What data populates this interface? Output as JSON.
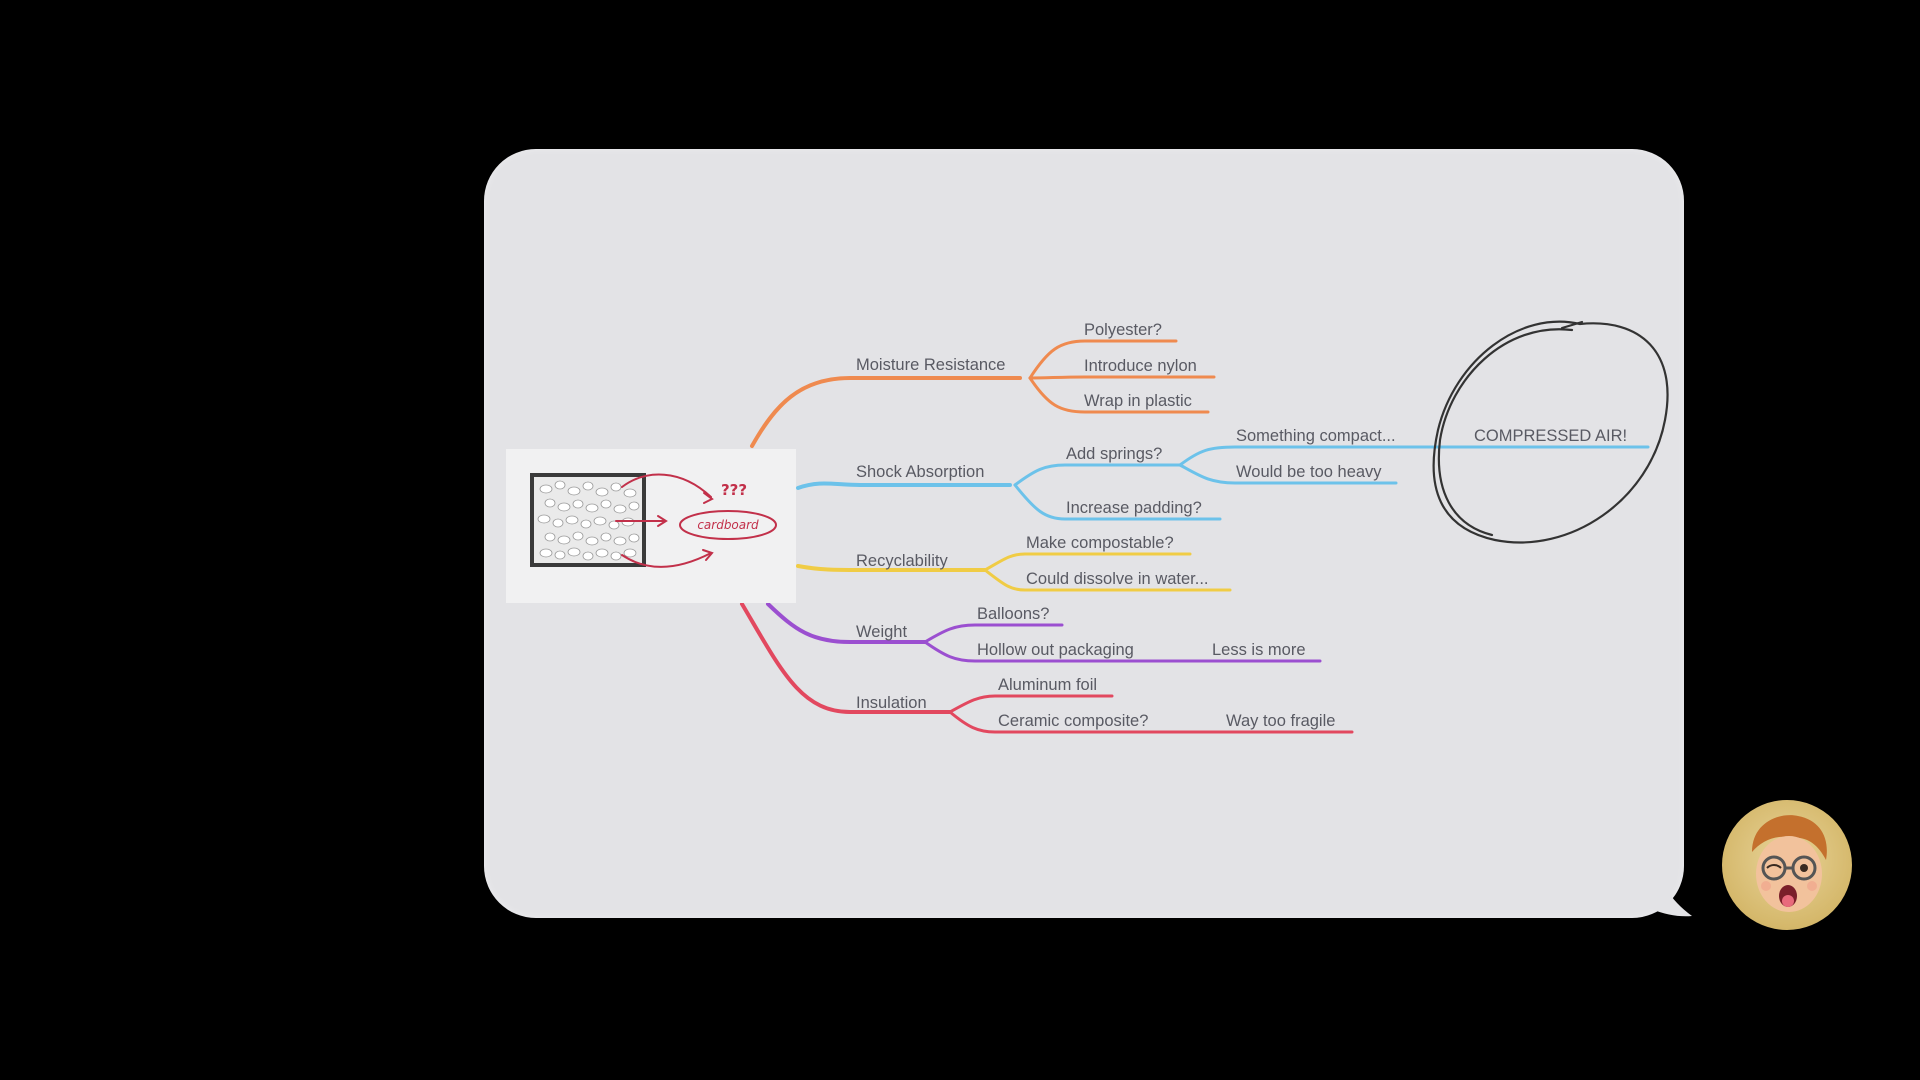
{
  "mindmap": {
    "branches": [
      {
        "label": "Moisture Resistance",
        "color": "#ef8a4f",
        "children": [
          {
            "label": "Polyester?"
          },
          {
            "label": "Introduce nylon"
          },
          {
            "label": "Wrap in plastic"
          }
        ]
      },
      {
        "label": "Shock Absorption",
        "color": "#6cc2ea",
        "children": [
          {
            "label": "Add springs?",
            "children": [
              {
                "label": "Something compact...",
                "children": [
                  {
                    "label": "COMPRESSED AIR!"
                  }
                ]
              },
              {
                "label": "Would be too heavy"
              }
            ]
          },
          {
            "label": "Increase padding?"
          }
        ]
      },
      {
        "label": "Recyclability",
        "color": "#f0cc45",
        "children": [
          {
            "label": "Make compostable?"
          },
          {
            "label": "Could dissolve in water..."
          }
        ]
      },
      {
        "label": "Weight",
        "color": "#9b4fd0",
        "children": [
          {
            "label": "Balloons?"
          },
          {
            "label": "Hollow out packaging",
            "children": [
              {
                "label": "Less is more"
              }
            ]
          }
        ]
      },
      {
        "label": "Insulation",
        "color": "#e2485f",
        "children": [
          {
            "label": "Aluminum foil"
          },
          {
            "label": "Ceramic composite?",
            "children": [
              {
                "label": "Way too fragile"
              }
            ]
          }
        ]
      }
    ]
  },
  "sketch": {
    "question_marks": "???",
    "cardboard_label": "cardboard",
    "ink_color": "#c2304a"
  },
  "colors": {
    "background": "#000000",
    "bubble": "#e3e3e6",
    "label_text": "#595a63",
    "circle_ink": "#333333"
  }
}
